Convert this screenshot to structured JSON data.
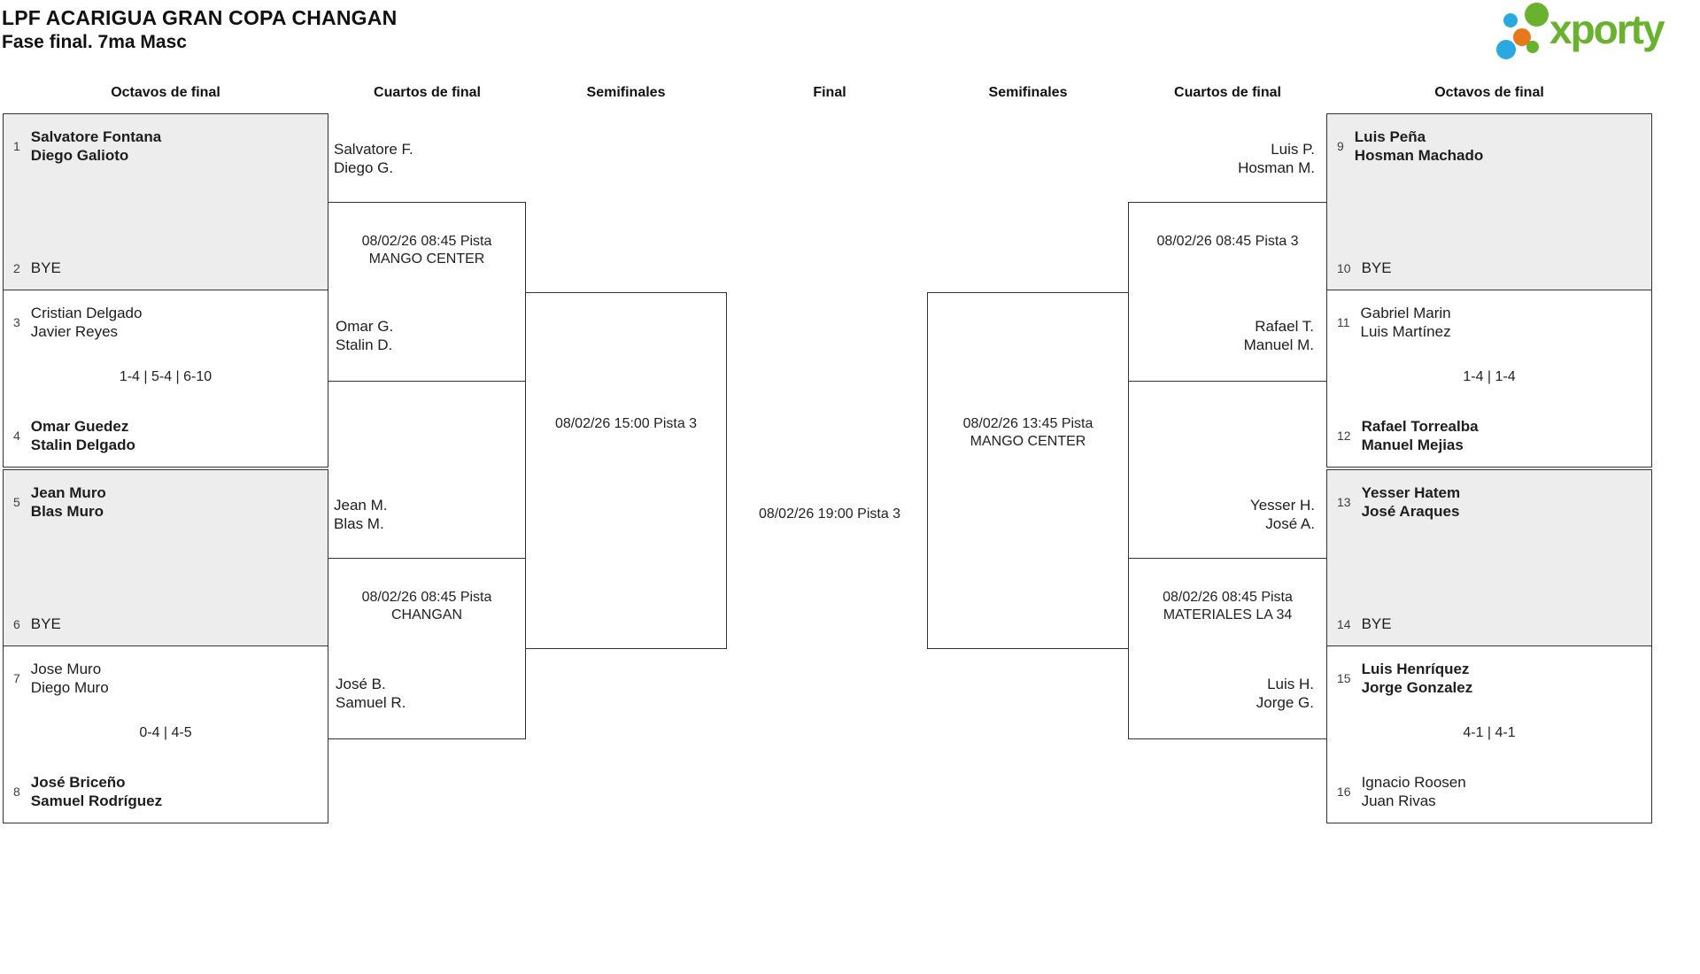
{
  "page": {
    "title": "LPF ACARIGUA GRAN COPA CHANGAN",
    "subtitle": "Fase final. 7ma Masc"
  },
  "logo": {
    "text": "xporty",
    "colors": {
      "green": "#68b22d",
      "blue": "#2aa9e0",
      "orange": "#e8781c"
    }
  },
  "rounds": {
    "headers": [
      "Octavos de final",
      "Cuartos de final",
      "Semifinales",
      "Final",
      "Semifinales",
      "Cuartos de final",
      "Octavos de final"
    ]
  },
  "octavos": {
    "left": [
      {
        "shaded": true,
        "seed_top": "1",
        "top": [
          "Salvatore Fontana",
          "Diego Galioto"
        ],
        "top_winner": true,
        "seed_bottom": "2",
        "bottom": [
          "BYE"
        ],
        "bottom_winner": false,
        "score": ""
      },
      {
        "shaded": false,
        "seed_top": "3",
        "top": [
          "Cristian Delgado",
          "Javier Reyes"
        ],
        "top_winner": false,
        "seed_bottom": "4",
        "bottom": [
          "Omar Guedez",
          "Stalin Delgado"
        ],
        "bottom_winner": true,
        "score": "1-4 | 5-4 | 6-10"
      },
      {
        "shaded": true,
        "seed_top": "5",
        "top": [
          "Jean Muro",
          "Blas Muro"
        ],
        "top_winner": true,
        "seed_bottom": "6",
        "bottom": [
          "BYE"
        ],
        "bottom_winner": false,
        "score": ""
      },
      {
        "shaded": false,
        "seed_top": "7",
        "top": [
          "Jose Muro",
          "Diego Muro"
        ],
        "top_winner": false,
        "seed_bottom": "8",
        "bottom": [
          "José Briceño",
          "Samuel Rodríguez"
        ],
        "bottom_winner": true,
        "score": "0-4 | 4-5"
      }
    ],
    "right": [
      {
        "shaded": true,
        "seed_top": "9",
        "top": [
          "Luis Peña",
          "Hosman Machado"
        ],
        "top_winner": true,
        "seed_bottom": "10",
        "bottom": [
          "BYE"
        ],
        "bottom_winner": false,
        "score": ""
      },
      {
        "shaded": false,
        "seed_top": "11",
        "top": [
          "Gabriel Marin",
          "Luis Martínez"
        ],
        "top_winner": false,
        "seed_bottom": "12",
        "bottom": [
          "Rafael Torrealba",
          "Manuel Mejias"
        ],
        "bottom_winner": true,
        "score": "1-4 | 1-4"
      },
      {
        "shaded": true,
        "seed_top": "13",
        "top": [
          "Yesser Hatem",
          "José Araques"
        ],
        "top_winner": true,
        "seed_bottom": "14",
        "bottom": [
          "BYE"
        ],
        "bottom_winner": false,
        "score": ""
      },
      {
        "shaded": false,
        "seed_top": "15",
        "top": [
          "Luis Henríquez",
          "Jorge Gonzalez"
        ],
        "top_winner": true,
        "seed_bottom": "16",
        "bottom": [
          "Ignacio Roosen",
          "Juan Rivas"
        ],
        "bottom_winner": false,
        "score": "4-1 | 4-1"
      }
    ]
  },
  "cuartos": {
    "left": [
      {
        "top": [
          "Salvatore F.",
          "Diego G."
        ],
        "schedule": [
          "08/02/26 08:45 Pista",
          "MANGO CENTER"
        ],
        "bottom": [
          "Omar G.",
          "Stalin D."
        ]
      },
      {
        "top": [
          "Jean M.",
          "Blas M."
        ],
        "schedule": [
          "08/02/26 08:45 Pista",
          "CHANGAN"
        ],
        "bottom": [
          "José B.",
          "Samuel R."
        ]
      }
    ],
    "right": [
      {
        "top": [
          "Luis P.",
          "Hosman M."
        ],
        "schedule": [
          "08/02/26 08:45 Pista 3"
        ],
        "bottom": [
          "Rafael T.",
          "Manuel M."
        ]
      },
      {
        "top": [
          "Yesser H.",
          "José A."
        ],
        "schedule": [
          "08/02/26 08:45 Pista",
          "MATERIALES LA 34"
        ],
        "bottom": [
          "Luis H.",
          "Jorge G."
        ]
      }
    ]
  },
  "semifinales": {
    "left": {
      "schedule": [
        "08/02/26 15:00 Pista 3"
      ]
    },
    "right": {
      "schedule": [
        "08/02/26 13:45 Pista",
        "MANGO CENTER"
      ]
    }
  },
  "final": {
    "schedule": "08/02/26 19:00 Pista 3"
  }
}
